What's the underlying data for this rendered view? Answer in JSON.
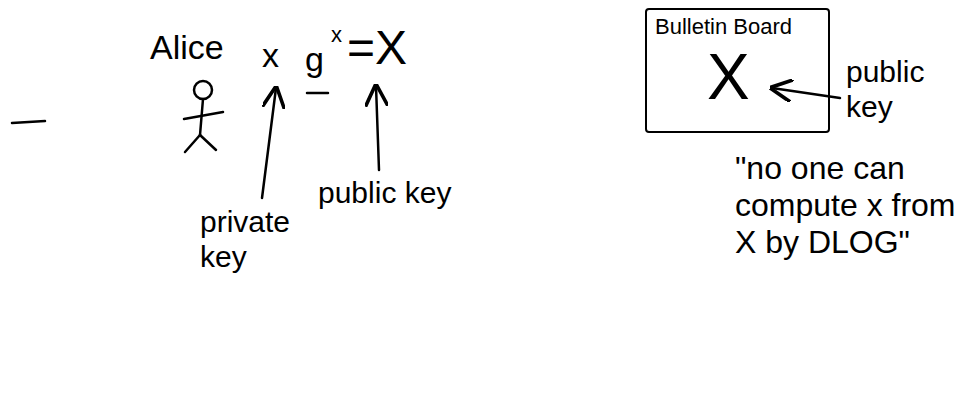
{
  "diagram": {
    "nodes": [
      {
        "text": [
          "Bulletin Board",
          "X"
        ]
      }
    ],
    "labels": [
      "Alice",
      "x",
      "g",
      "x",
      "=X",
      "private key",
      "public key",
      "public key",
      "\"no one can compute x from X by DLOG\""
    ]
  }
}
